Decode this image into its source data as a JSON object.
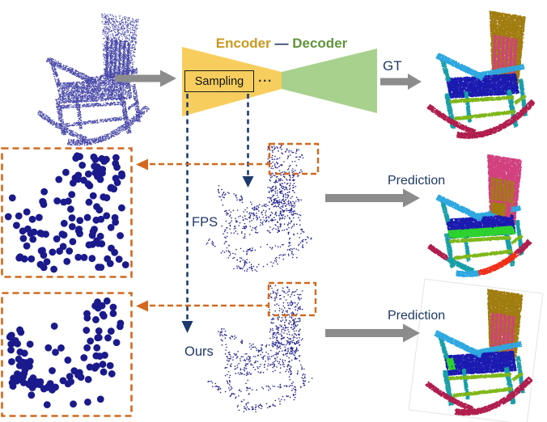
{
  "figure": {
    "title_encoder": "Encoder",
    "title_dash": "—",
    "title_decoder": "Decoder",
    "sampling_label": "Sampling",
    "ellipsis": "...",
    "gt_label": "GT",
    "fps_label": "FPS",
    "ours_label": "Ours",
    "prediction_label_fps": "Prediction",
    "prediction_label_ours": "Prediction"
  },
  "colors": {
    "encoder_fill": "#F7CE5D",
    "decoder_fill": "#A9D18E",
    "encoder_text": "#C79A1E",
    "decoder_text": "#61933B",
    "navy_text": "#1F3864",
    "dashed_navy": "#1D3A6E",
    "dashed_orange": "#D2691E",
    "arrow_gray": "#8C8C8C",
    "input_cloud": "#4949A8",
    "sample_cloud": "#22228E",
    "zoom_dot": "#1A1A8C",
    "segments": {
      "back": "#A07D10",
      "slats": "#D2417F",
      "armrest": "#2FA8E0",
      "seat": "#1B1BB0",
      "legs": "#189FA8",
      "stretchers": "#7FB71A",
      "rockers": "#B01F4E",
      "error_green": "#2ED32E",
      "error_red": "#F03018"
    }
  }
}
